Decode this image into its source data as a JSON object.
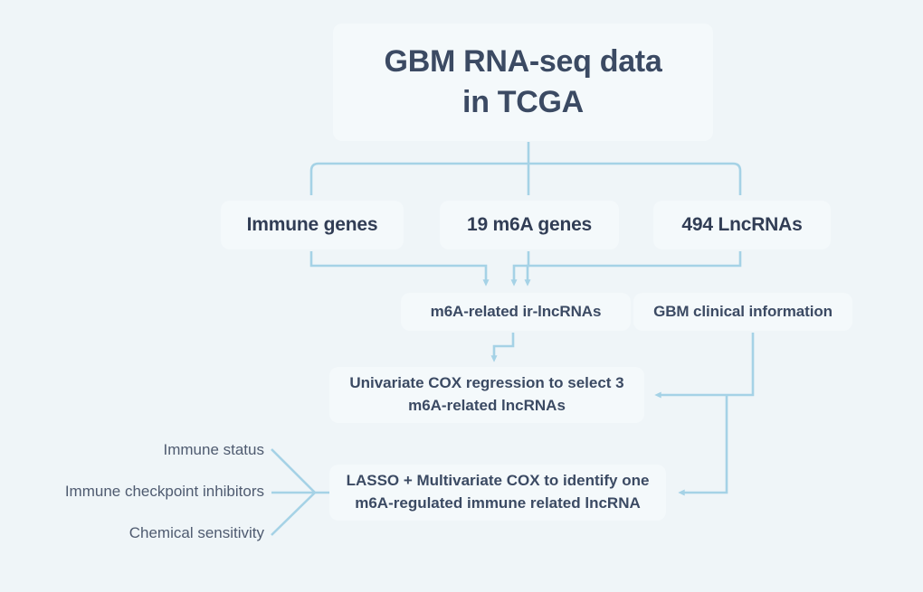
{
  "page": {
    "background_color": "#eff5f8",
    "connector_color": "#a5d2e6",
    "text_color": "#3b4a63",
    "box_color": "#f4f9fb"
  },
  "diagram": {
    "title": {
      "line1": "GBM RNA-seq data",
      "line2": "in TCGA"
    },
    "level2": [
      {
        "label": "Immune genes"
      },
      {
        "label": "19 m6A genes"
      },
      {
        "label": "494 LncRNAs"
      }
    ],
    "level3": [
      {
        "label": "m6A-related ir-lncRNAs"
      },
      {
        "label": "GBM clinical information"
      }
    ],
    "level4": {
      "line1": "Univariate COX regression to select 3",
      "line2": "m6A-related lncRNAs"
    },
    "level5": {
      "line1": "LASSO + Multivariate COX to identify one",
      "line2": "m6A-regulated immune related lncRNA"
    },
    "side_inputs": [
      {
        "label": "Immune status"
      },
      {
        "label": "Immune checkpoint inhibitors"
      },
      {
        "label": "Chemical sensitivity"
      }
    ]
  }
}
